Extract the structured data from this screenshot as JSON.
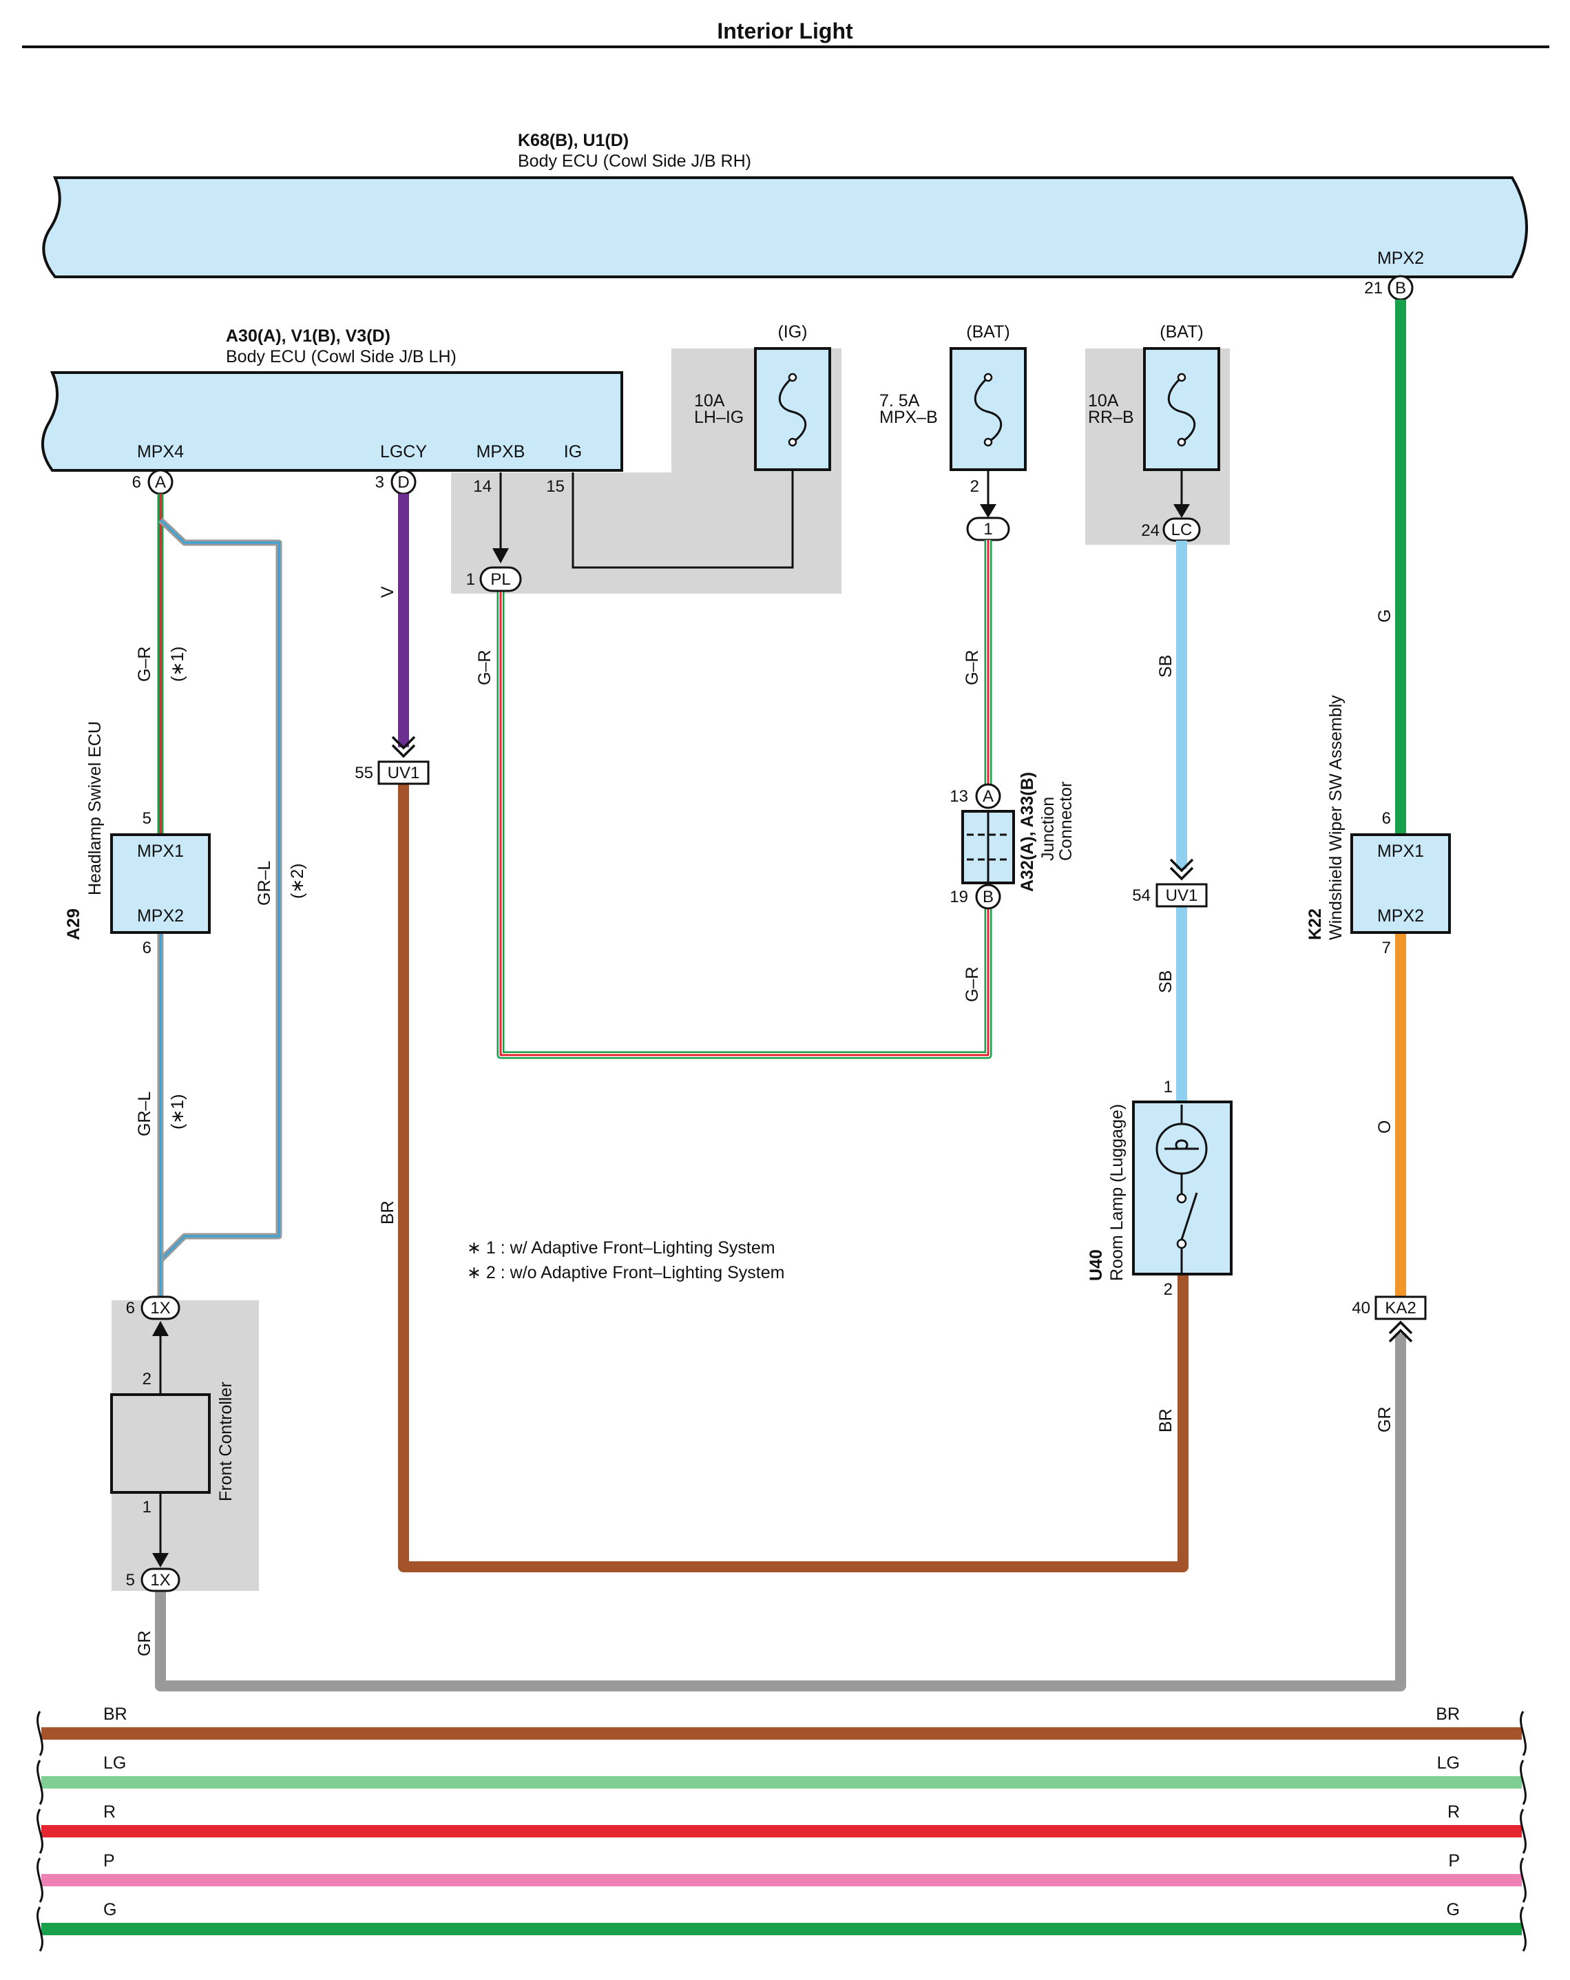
{
  "title": "Interior Light",
  "colors": {
    "ecu_fill": "#c9e8f8",
    "gray_zone": "#d6d6d6",
    "wire_BR": "#a5532a",
    "wire_V": "#6b2f8f",
    "wire_G": "#18a04a",
    "wire_SB": "#8fd0f0",
    "wire_O": "#f2962a",
    "wire_GR": "#9a9a9a",
    "wire_R": "#e5252f",
    "wire_L": "#3aa3d8",
    "wire_LG": "#7fcf95",
    "wire_P": "#ee82b6"
  },
  "ecu_rh": {
    "ref": "K68(B), U1(D)",
    "name": "Body ECU (Cowl Side J/B RH)",
    "port": "MPX2",
    "pin": "21",
    "conn": "B"
  },
  "ecu_lh": {
    "ref": "A30(A), V1(B), V3(D)",
    "name": "Body ECU (Cowl Side J/B LH)",
    "ports": {
      "mpx4": "MPX4",
      "lgcy": "LGCY",
      "mpxb": "MPXB",
      "ig": "IG"
    },
    "pins": {
      "mpx4": "6",
      "lgcy": "3",
      "mpxb": "14",
      "ig": "15"
    },
    "conns": {
      "mpx4": "A",
      "lgcy": "D"
    }
  },
  "fuses": {
    "lhig": {
      "supply": "(IG)",
      "rating": "10A",
      "name": "LH–IG"
    },
    "mpxb": {
      "supply": "(BAT)",
      "rating": "7. 5A",
      "name": "MPX–B",
      "pin": "2",
      "conn": "1"
    },
    "rrb": {
      "supply": "(BAT)",
      "rating": "10A",
      "name": "RR–B",
      "pin": "24",
      "conn": "LC"
    }
  },
  "connectors": {
    "pl": {
      "pin": "1",
      "label": "PL"
    },
    "uv1_a": {
      "pin": "55",
      "label": "UV1"
    },
    "uv1_b": {
      "pin": "54",
      "label": "UV1"
    },
    "ka2": {
      "pin": "40",
      "label": "KA2"
    },
    "x1_top": {
      "pin": "6",
      "label": "1X"
    },
    "x1_bot": {
      "pin": "5",
      "label": "1X"
    }
  },
  "wire_labels": {
    "mpx4_a": "G–R",
    "mpx4_a_note": "(∗1)",
    "bypass": "GR–L",
    "bypass_note": "(∗2)",
    "a29_down": "GR–L",
    "a29_down_note": "(∗1)",
    "lgcy": "V",
    "uv1_br": "BR",
    "pl": "G–R",
    "mpxb_top": "G–R",
    "mpxb_bot": "G–R",
    "sb_top": "SB",
    "sb_bot": "SB",
    "u40_br": "BR",
    "k22_g": "G",
    "k22_o": "O",
    "ka2_gr": "GR",
    "x1_gr": "GR"
  },
  "components": {
    "a29": {
      "ref": "A29",
      "name": "Headlamp Swivel ECU",
      "port1": "MPX1",
      "port2": "MPX2",
      "pin1": "5",
      "pin2": "6"
    },
    "jc": {
      "ref": "A32(A), A33(B)",
      "name1": "Junction",
      "name2": "Connector",
      "pin_a": "13",
      "conn_a": "A",
      "pin_b": "19",
      "conn_b": "B"
    },
    "u40": {
      "ref": "U40",
      "name": "Room Lamp (Luggage)",
      "pin1": "1",
      "pin2": "2"
    },
    "k22": {
      "ref": "K22",
      "name": "Windshield Wiper SW Assembly",
      "port1": "MPX1",
      "port2": "MPX2",
      "pin1": "6",
      "pin2": "7"
    },
    "fc": {
      "name": "Front Controller",
      "pin2": "2",
      "pin1": "1"
    }
  },
  "notes": [
    "∗ 1 : w/ Adaptive Front–Lighting System",
    "∗ 2 : w/o Adaptive Front–Lighting System"
  ],
  "bus_lines": [
    {
      "label": "BR",
      "color": "#a5532a"
    },
    {
      "label": "LG",
      "color": "#7fcf95"
    },
    {
      "label": "R",
      "color": "#e5252f"
    },
    {
      "label": "P",
      "color": "#ee82b6"
    },
    {
      "label": "G",
      "color": "#18a04a"
    }
  ]
}
